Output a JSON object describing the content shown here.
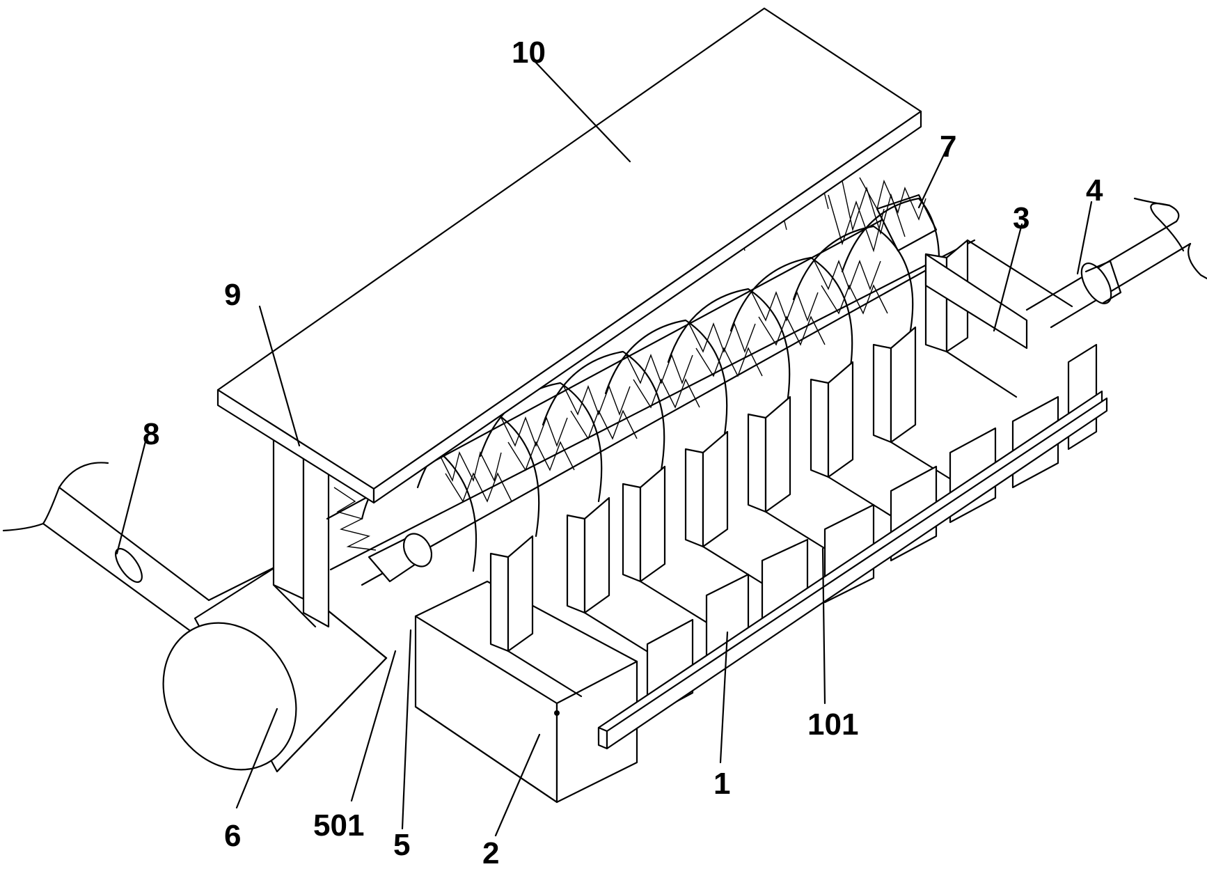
{
  "figure": {
    "labels": {
      "l10": "10",
      "l7": "7",
      "l4": "4",
      "l3": "3",
      "l9": "9",
      "l8": "8",
      "l6": "6",
      "l501": "501",
      "l5": "5",
      "l2": "2",
      "l1": "1",
      "l101": "101"
    }
  }
}
